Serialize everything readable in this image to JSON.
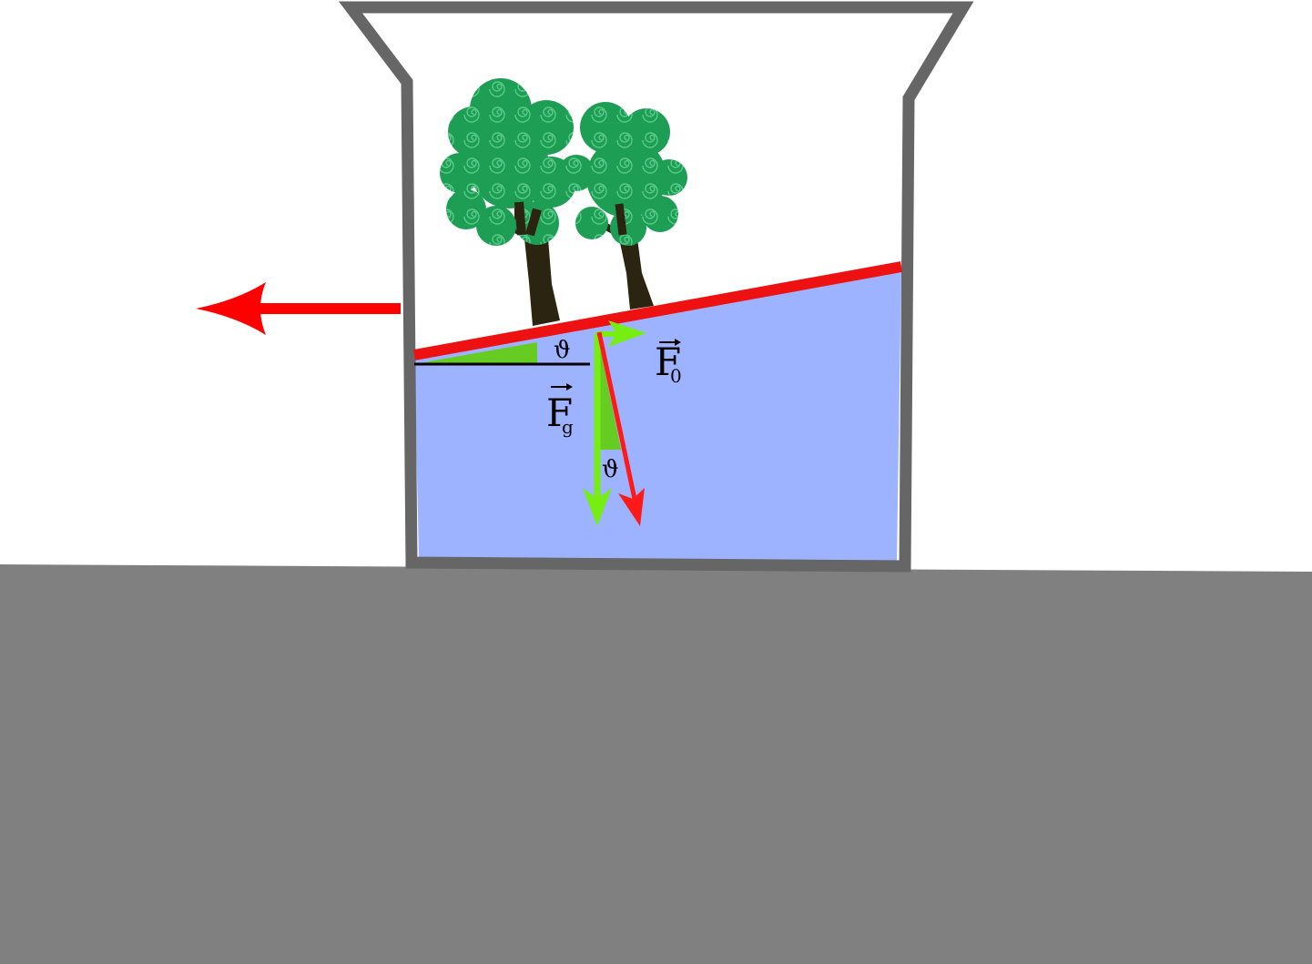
{
  "labels": {
    "theta_surface": "ϑ",
    "theta_vector": "ϑ",
    "force_inertial": {
      "main": "F",
      "sub": "0"
    },
    "force_gravity": {
      "main": "F",
      "sub": "g"
    }
  },
  "colors": {
    "ground": "#808080",
    "container_wall": "#666666",
    "liquid": "#9db3ff",
    "surface_line": "#ee1111",
    "acceleration_arrow": "#ff0000",
    "force_component": "#77ee11",
    "resultant_force": "#ff1a1a",
    "angle_wedge": "#66cc22",
    "tree_foliage": "#1e9e55",
    "tree_trunk": "#2a2410"
  },
  "icons": {
    "tree": "tree-icon",
    "acceleration": "arrow-left-icon"
  }
}
